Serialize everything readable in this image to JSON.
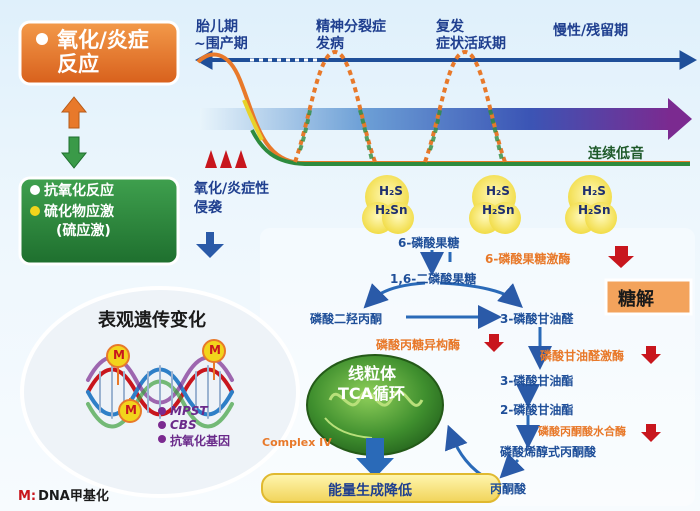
{
  "timeline": {
    "phase_fetal": "胎儿期",
    "phase_perinatal": "~围产期",
    "phase_psychiatric_1": "精神分裂症",
    "phase_psychiatric_2": "发病",
    "phase_relapse_1": "复发",
    "phase_relapse_2": "症状活跃期",
    "phase_chronic": "慢性/残留期",
    "continuous_low": "连续低音",
    "insult": "氧化/炎症性\n侵袭"
  },
  "left_panel": {
    "oxidation_box": "氧化/炎症\n反应",
    "antioxidant": "抗氧化反应",
    "sulfide_stress_1": "硫化物应激",
    "sulfide_stress_2": "(硫应激)"
  },
  "sulfide": {
    "h2s": "H₂S",
    "h2sn": "H₂Sn"
  },
  "epigenetics": {
    "title": "表观遗传变化",
    "methyl_marker": "M",
    "genes": [
      "MPST",
      "CBS",
      "抗氧化基因"
    ],
    "legend_m": "M:",
    "legend_text": "DNA甲基化"
  },
  "glycolysis": {
    "label": "糖解",
    "f6p": "6-磷酸果糖",
    "pfk": "6-磷酸果糖激酶",
    "f16bp": "1,6-二磷酸果糖",
    "dhap": "磷酸二羟丙酮",
    "g3p": "3-磷酸甘油醛",
    "tpi": "磷酸丙糖异构酶",
    "gapdh": "磷酸甘油醛激酶",
    "pg3": "3-磷酸甘油酯",
    "pg2": "2-磷酸甘油酯",
    "enolase": "磷酸丙酮酸水合酶",
    "pep": "磷酸烯醇式丙酮酸",
    "pyruvate": "丙酮酸"
  },
  "mitochondria": {
    "label_1": "线粒体",
    "label_2": "TCA循环",
    "complex": "Complex IV",
    "energy": "能量生成降低"
  },
  "colors": {
    "orange": "#e8792a",
    "green": "#2e8b3e",
    "navy": "#1f3f8f",
    "purple": "#7b2a90",
    "red": "#c8161d",
    "methyl_yellow": "#f2d41c"
  }
}
